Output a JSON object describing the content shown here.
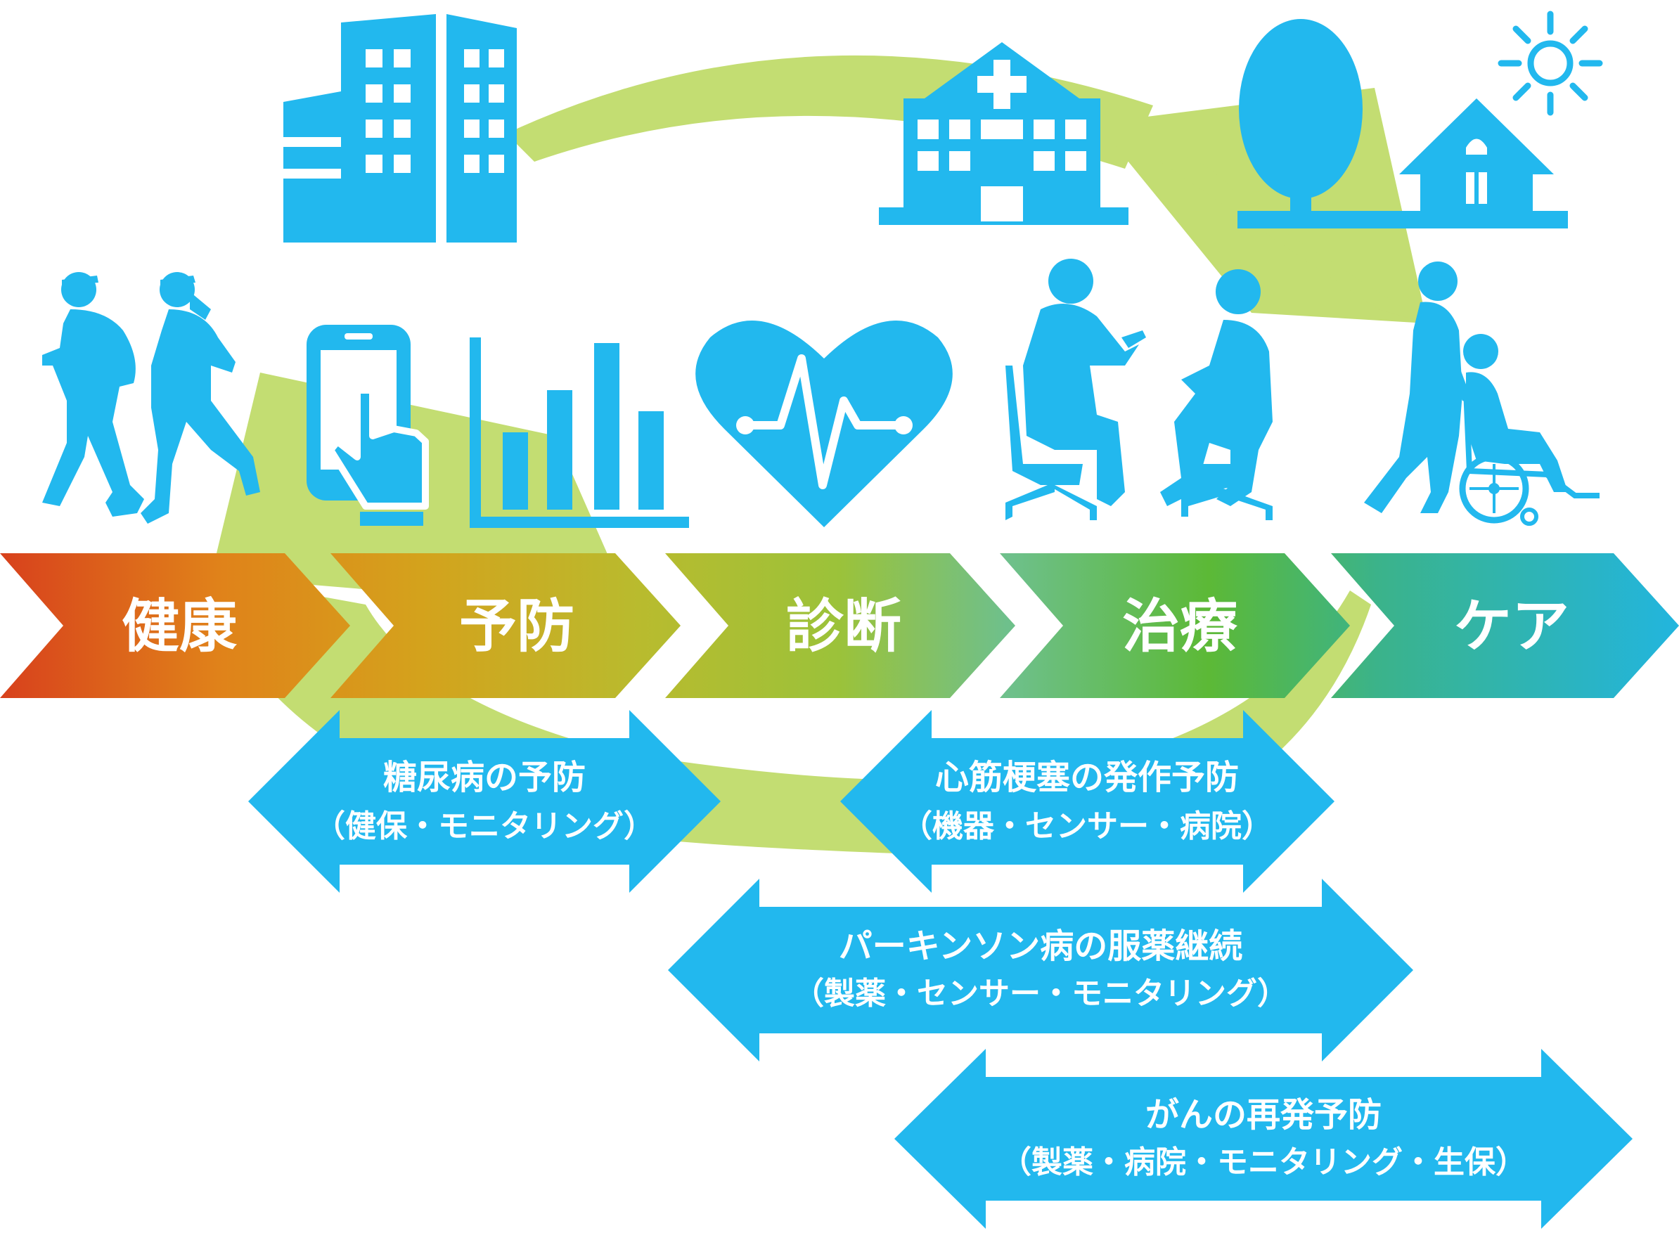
{
  "colors": {
    "icon_blue": "#22b8ee",
    "cycle_green": "#c3dd72",
    "text_white": "#ffffff",
    "stage_gradient": [
      "#d8411c",
      "#e0821a",
      "#d4a21c",
      "#b9bb2e",
      "#9bc23a",
      "#6ec08c",
      "#5cb936",
      "#3bb38a",
      "#22b5de"
    ]
  },
  "stages": [
    {
      "label": "健康"
    },
    {
      "label": "予防"
    },
    {
      "label": "診断"
    },
    {
      "label": "治療"
    },
    {
      "label": "ケア"
    }
  ],
  "programs": [
    {
      "title": "糖尿病の予防",
      "partners": "（健保・モニタリング）"
    },
    {
      "title": "心筋梗塞の発作予防",
      "partners": "（機器・センサー・病院）"
    },
    {
      "title": "パーキンソン病の服薬継続",
      "partners": "（製薬・センサー・モニタリング）"
    },
    {
      "title": "がんの再発予防",
      "partners": "（製薬・病院・モニタリング・生保）"
    }
  ],
  "icons": [
    "office-building-icon",
    "hospital-icon",
    "tree-icon",
    "sun-icon",
    "house-icon",
    "runners-icon",
    "smartphone-tap-icon",
    "bar-chart-icon",
    "heart-pulse-icon",
    "doctor-patient-icon",
    "caregiver-wheelchair-icon"
  ]
}
